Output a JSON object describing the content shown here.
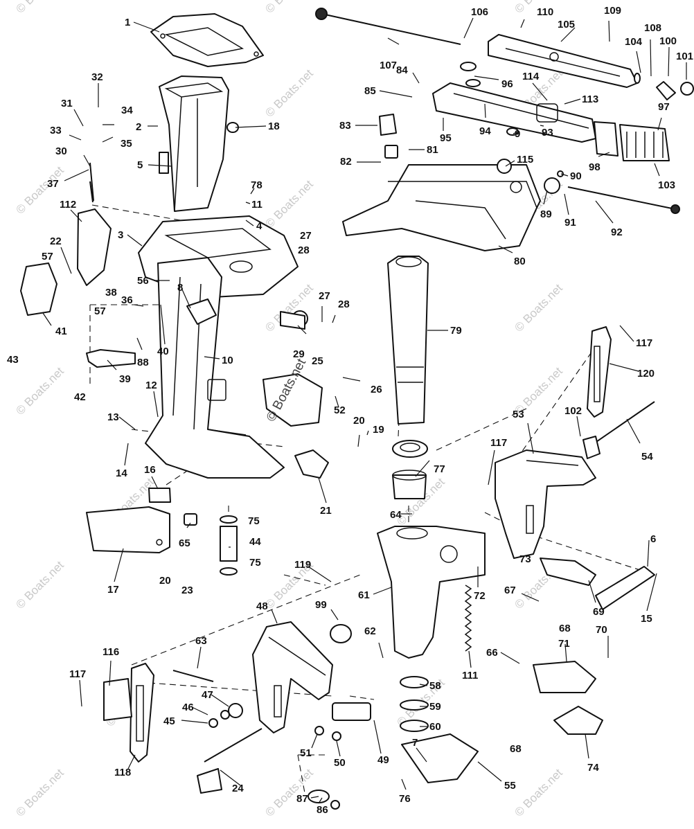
{
  "watermark": {
    "text": "© Boats.net",
    "repeat_count": 22
  },
  "callouts": [
    "1",
    "2",
    "3",
    "4",
    "5",
    "6",
    "7",
    "8",
    "9",
    "10",
    "11",
    "12",
    "13",
    "14",
    "15",
    "16",
    "17",
    "18",
    "19",
    "20",
    "20",
    "21",
    "22",
    "23",
    "24",
    "25",
    "26",
    "27",
    "27",
    "28",
    "28",
    "29",
    "30",
    "31",
    "32",
    "33",
    "34",
    "35",
    "36",
    "37",
    "38",
    "39",
    "40",
    "41",
    "42",
    "43",
    "44",
    "45",
    "46",
    "47",
    "48",
    "49",
    "50",
    "51",
    "52",
    "53",
    "54",
    "55",
    "56",
    "57",
    "57",
    "58",
    "59",
    "60",
    "61",
    "62",
    "63",
    "64",
    "65",
    "66",
    "67",
    "68",
    "68",
    "69",
    "70",
    "71",
    "72",
    "73",
    "74",
    "75",
    "75",
    "76",
    "77",
    "78",
    "79",
    "80",
    "81",
    "82",
    "83",
    "84",
    "85",
    "86",
    "87",
    "88",
    "89",
    "90",
    "91",
    "92",
    "93",
    "94",
    "95",
    "96",
    "97",
    "98",
    "99",
    "100",
    "101",
    "102",
    "103",
    "104",
    "105",
    "106",
    "107",
    "108",
    "109",
    "110",
    "111",
    "112",
    "113",
    "114",
    "115",
    "116",
    "117",
    "117",
    "117",
    "118",
    "119",
    "120"
  ]
}
